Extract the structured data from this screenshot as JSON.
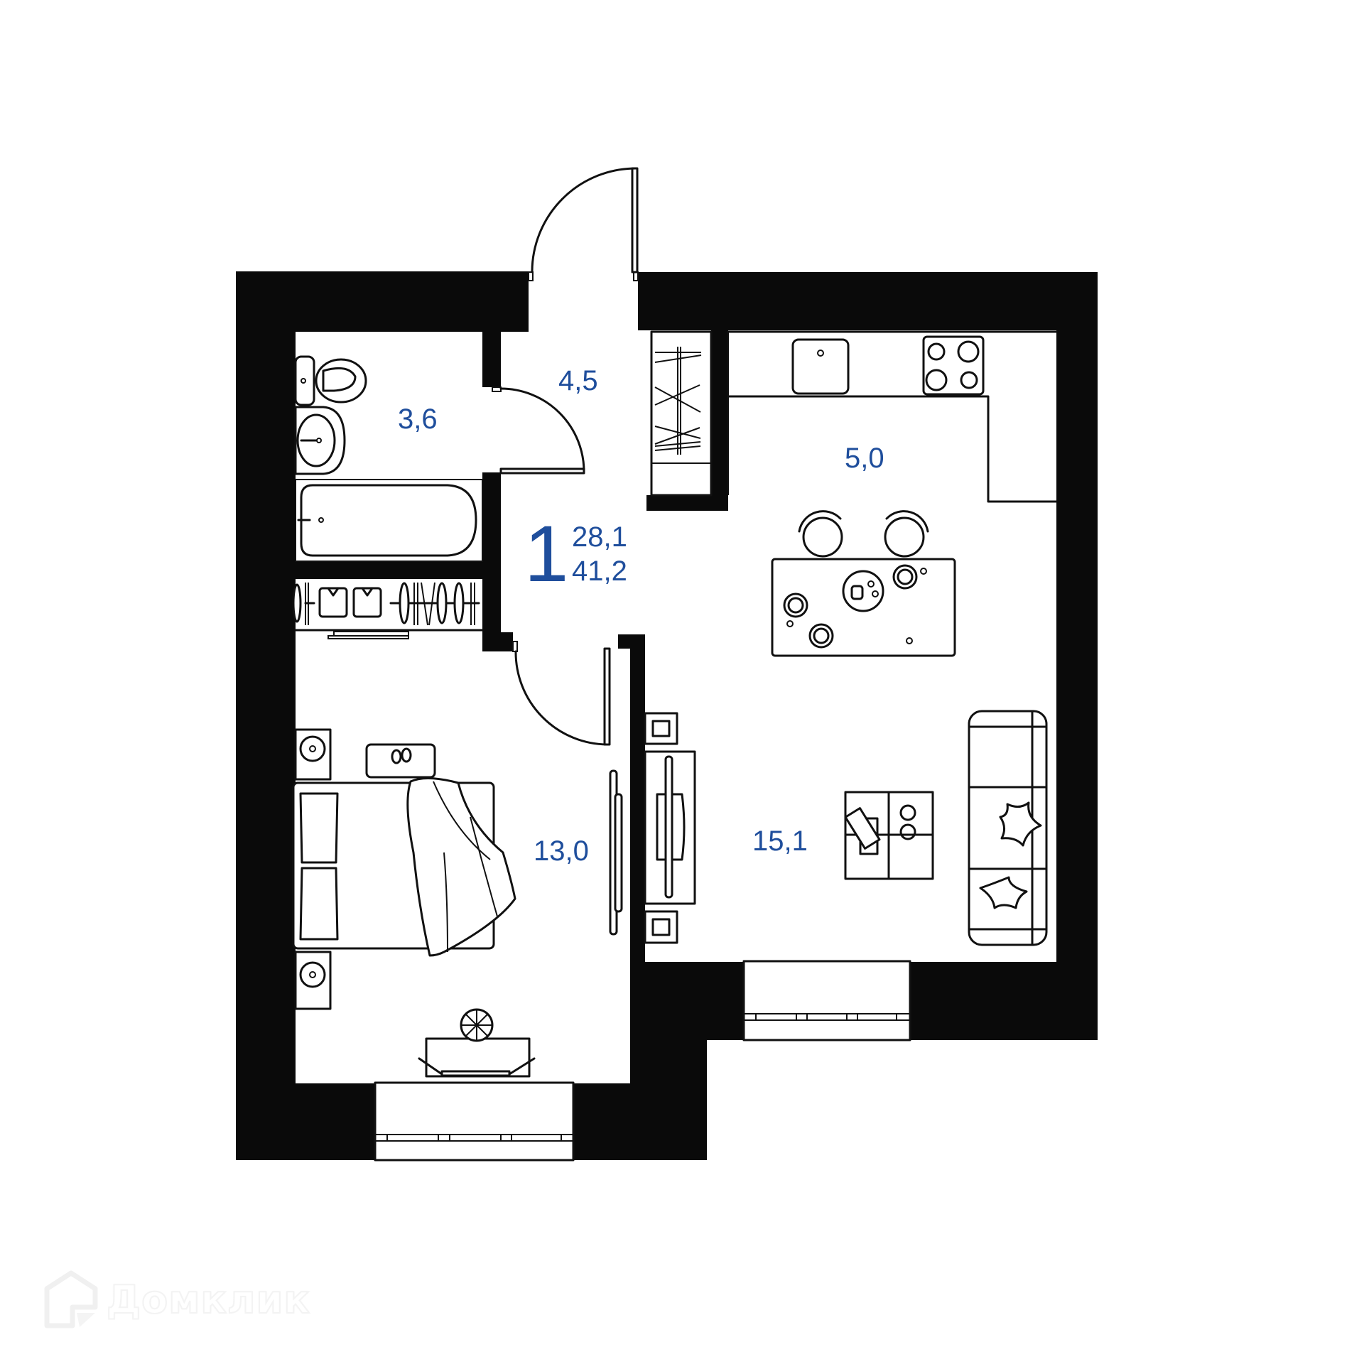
{
  "plan": {
    "rooms_count": "1",
    "living_area": "28,1",
    "total_area": "41,2",
    "label_color": "#1f4e9c",
    "wall_color": "#0a0a0a"
  },
  "rooms": [
    {
      "id": "bathroom",
      "area": "3,6"
    },
    {
      "id": "hallway",
      "area": "4,5"
    },
    {
      "id": "kitchen",
      "area": "5,0"
    },
    {
      "id": "bedroom",
      "area": "13,0"
    },
    {
      "id": "living-room",
      "area": "15,1"
    }
  ],
  "watermark": {
    "text": "Домклик",
    "icon": "house-logo-icon"
  }
}
